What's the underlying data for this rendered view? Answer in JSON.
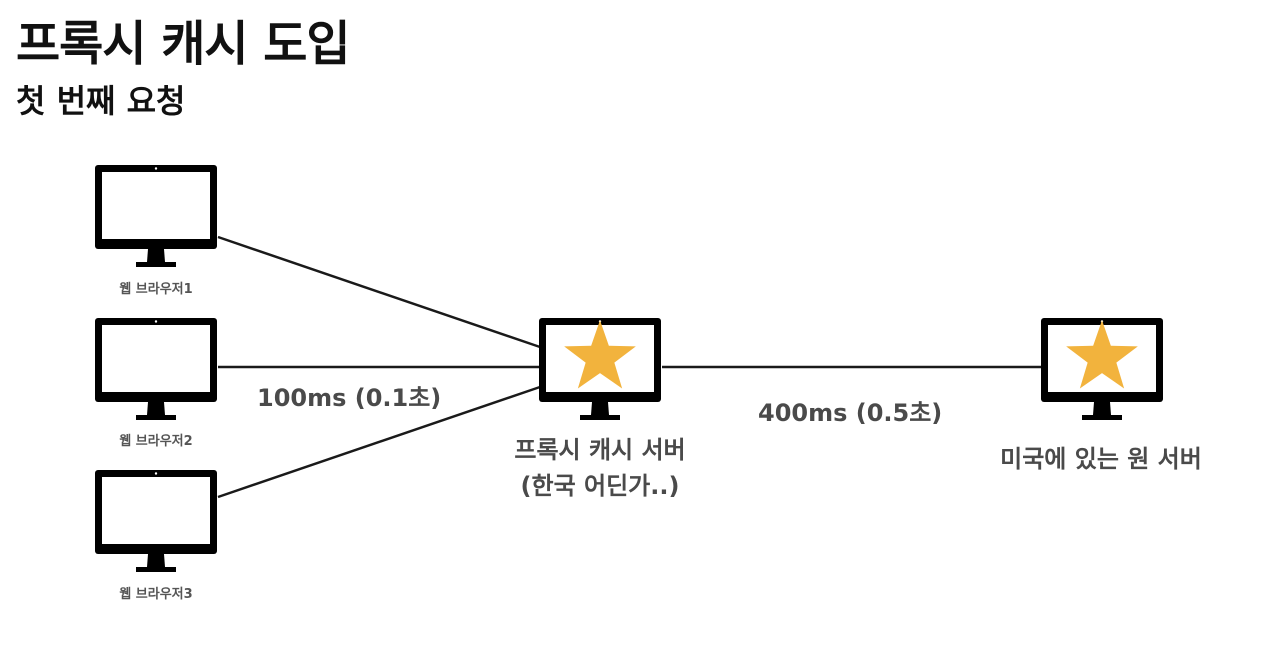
{
  "title": "프록시 캐시 도입",
  "subtitle": "첫 번째 요청",
  "browsers": [
    {
      "label": "웹 브라우저1"
    },
    {
      "label": "웹 브라우저2"
    },
    {
      "label": "웹 브라우저3"
    }
  ],
  "proxy_server": {
    "line1": "프록시 캐시 서버",
    "line2": "(한국 어딘가..)"
  },
  "origin_server": {
    "label": "미국에 있는 원 서버"
  },
  "latency_browser_proxy": "100ms (0.1초)",
  "latency_proxy_origin": "400ms (0.5초)",
  "colors": {
    "monitor": "#000000",
    "star": "#f2b33d",
    "text": "#4a4a4a",
    "line": "#1a1a1a"
  },
  "icons": {
    "computer": "monitor-icon",
    "server": "star-monitor-icon"
  }
}
